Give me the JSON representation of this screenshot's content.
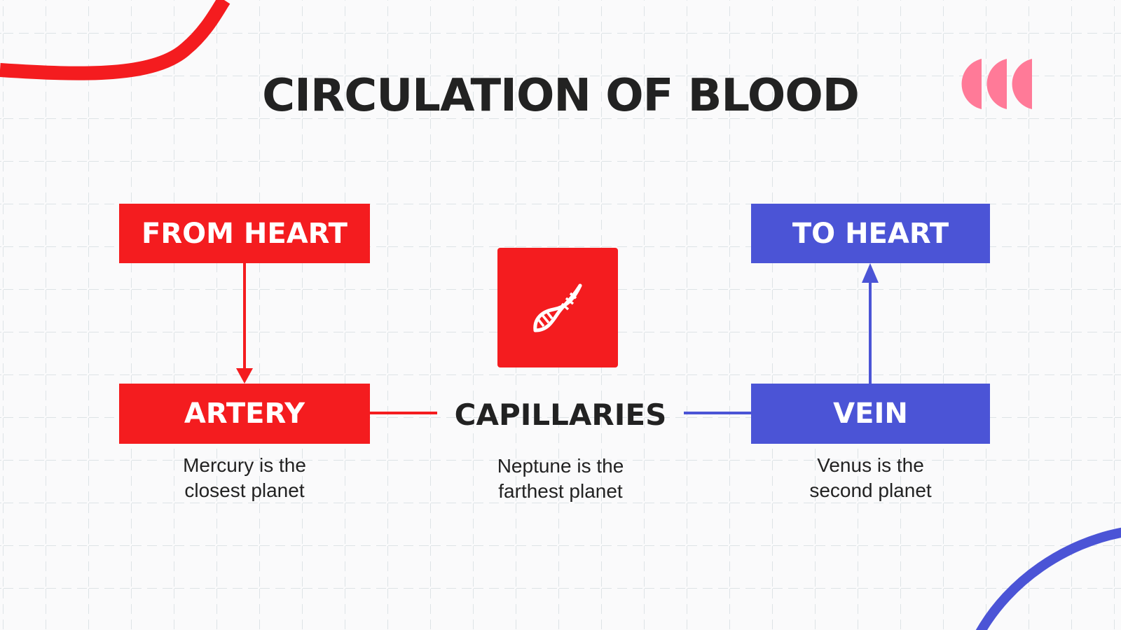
{
  "title": "CIRCULATION OF BLOOD",
  "nodes": {
    "from_heart": "FROM HEART",
    "to_heart": "TO HEART",
    "artery": "ARTERY",
    "vein": "VEIN",
    "capillaries": "CAPILLARIES"
  },
  "descriptions": {
    "artery": [
      "Mercury is the",
      "closest planet"
    ],
    "capillaries": [
      "Neptune is the",
      "farthest planet"
    ],
    "vein": [
      "Venus is the",
      "second planet"
    ]
  },
  "icons": {
    "center": "dna-icon"
  },
  "colors": {
    "red": "#f41c1f",
    "blue": "#4b54d6",
    "pink": "#ff7a98",
    "text": "#222222"
  }
}
